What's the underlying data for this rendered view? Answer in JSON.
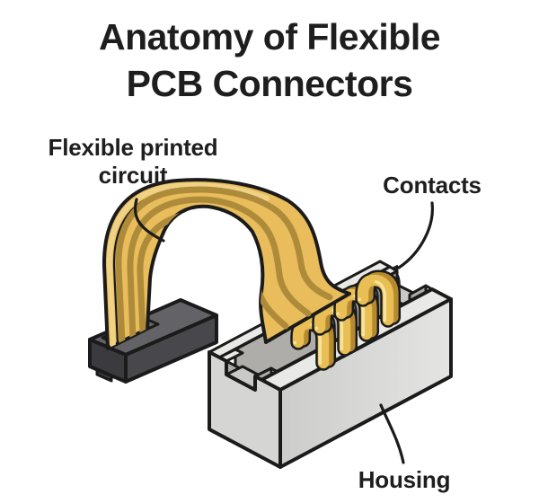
{
  "title": "Anatomy of Flexible\nPCB Connectors",
  "labels": {
    "flexible_circuit": "Flexible printed\ncircuit",
    "contacts": "Contacts",
    "housing": "Housing"
  },
  "diagram_parts": [
    "Flexible printed circuit",
    "Contacts",
    "Housing"
  ],
  "colors": {
    "background": "#FFFFFF",
    "text": "#1E1E1E",
    "ink": "#1B1B1B",
    "gold": "#E9BD5B",
    "goldStripe": "#AE8B3A",
    "goldLight": "#F0D287",
    "contactGold": "#E8BE55",
    "contactDark": "#B58A2F",
    "contactHighlight": "#F6E39B",
    "housingTop": "#E9E9E7",
    "housingLeft": "#D5D5D3",
    "housingFrontA": "#CCCCCA",
    "housingFrontB": "#E4E4E2",
    "housingInnerBack": "#AEADA9",
    "housingInnerSide": "#8F8E8A",
    "housingFloor": "#918F8B",
    "housingShadow": "#45443E",
    "channelFloor": "#C9C9C7",
    "channelWall": "#ABABA9",
    "finGray": "#6F6E6A",
    "wellDark": "#4D4C48",
    "blockTop": "#636267",
    "blockFront": "#48474B",
    "blockSide": "#3B3A3E",
    "blockCollar": "#6B6A6E"
  }
}
